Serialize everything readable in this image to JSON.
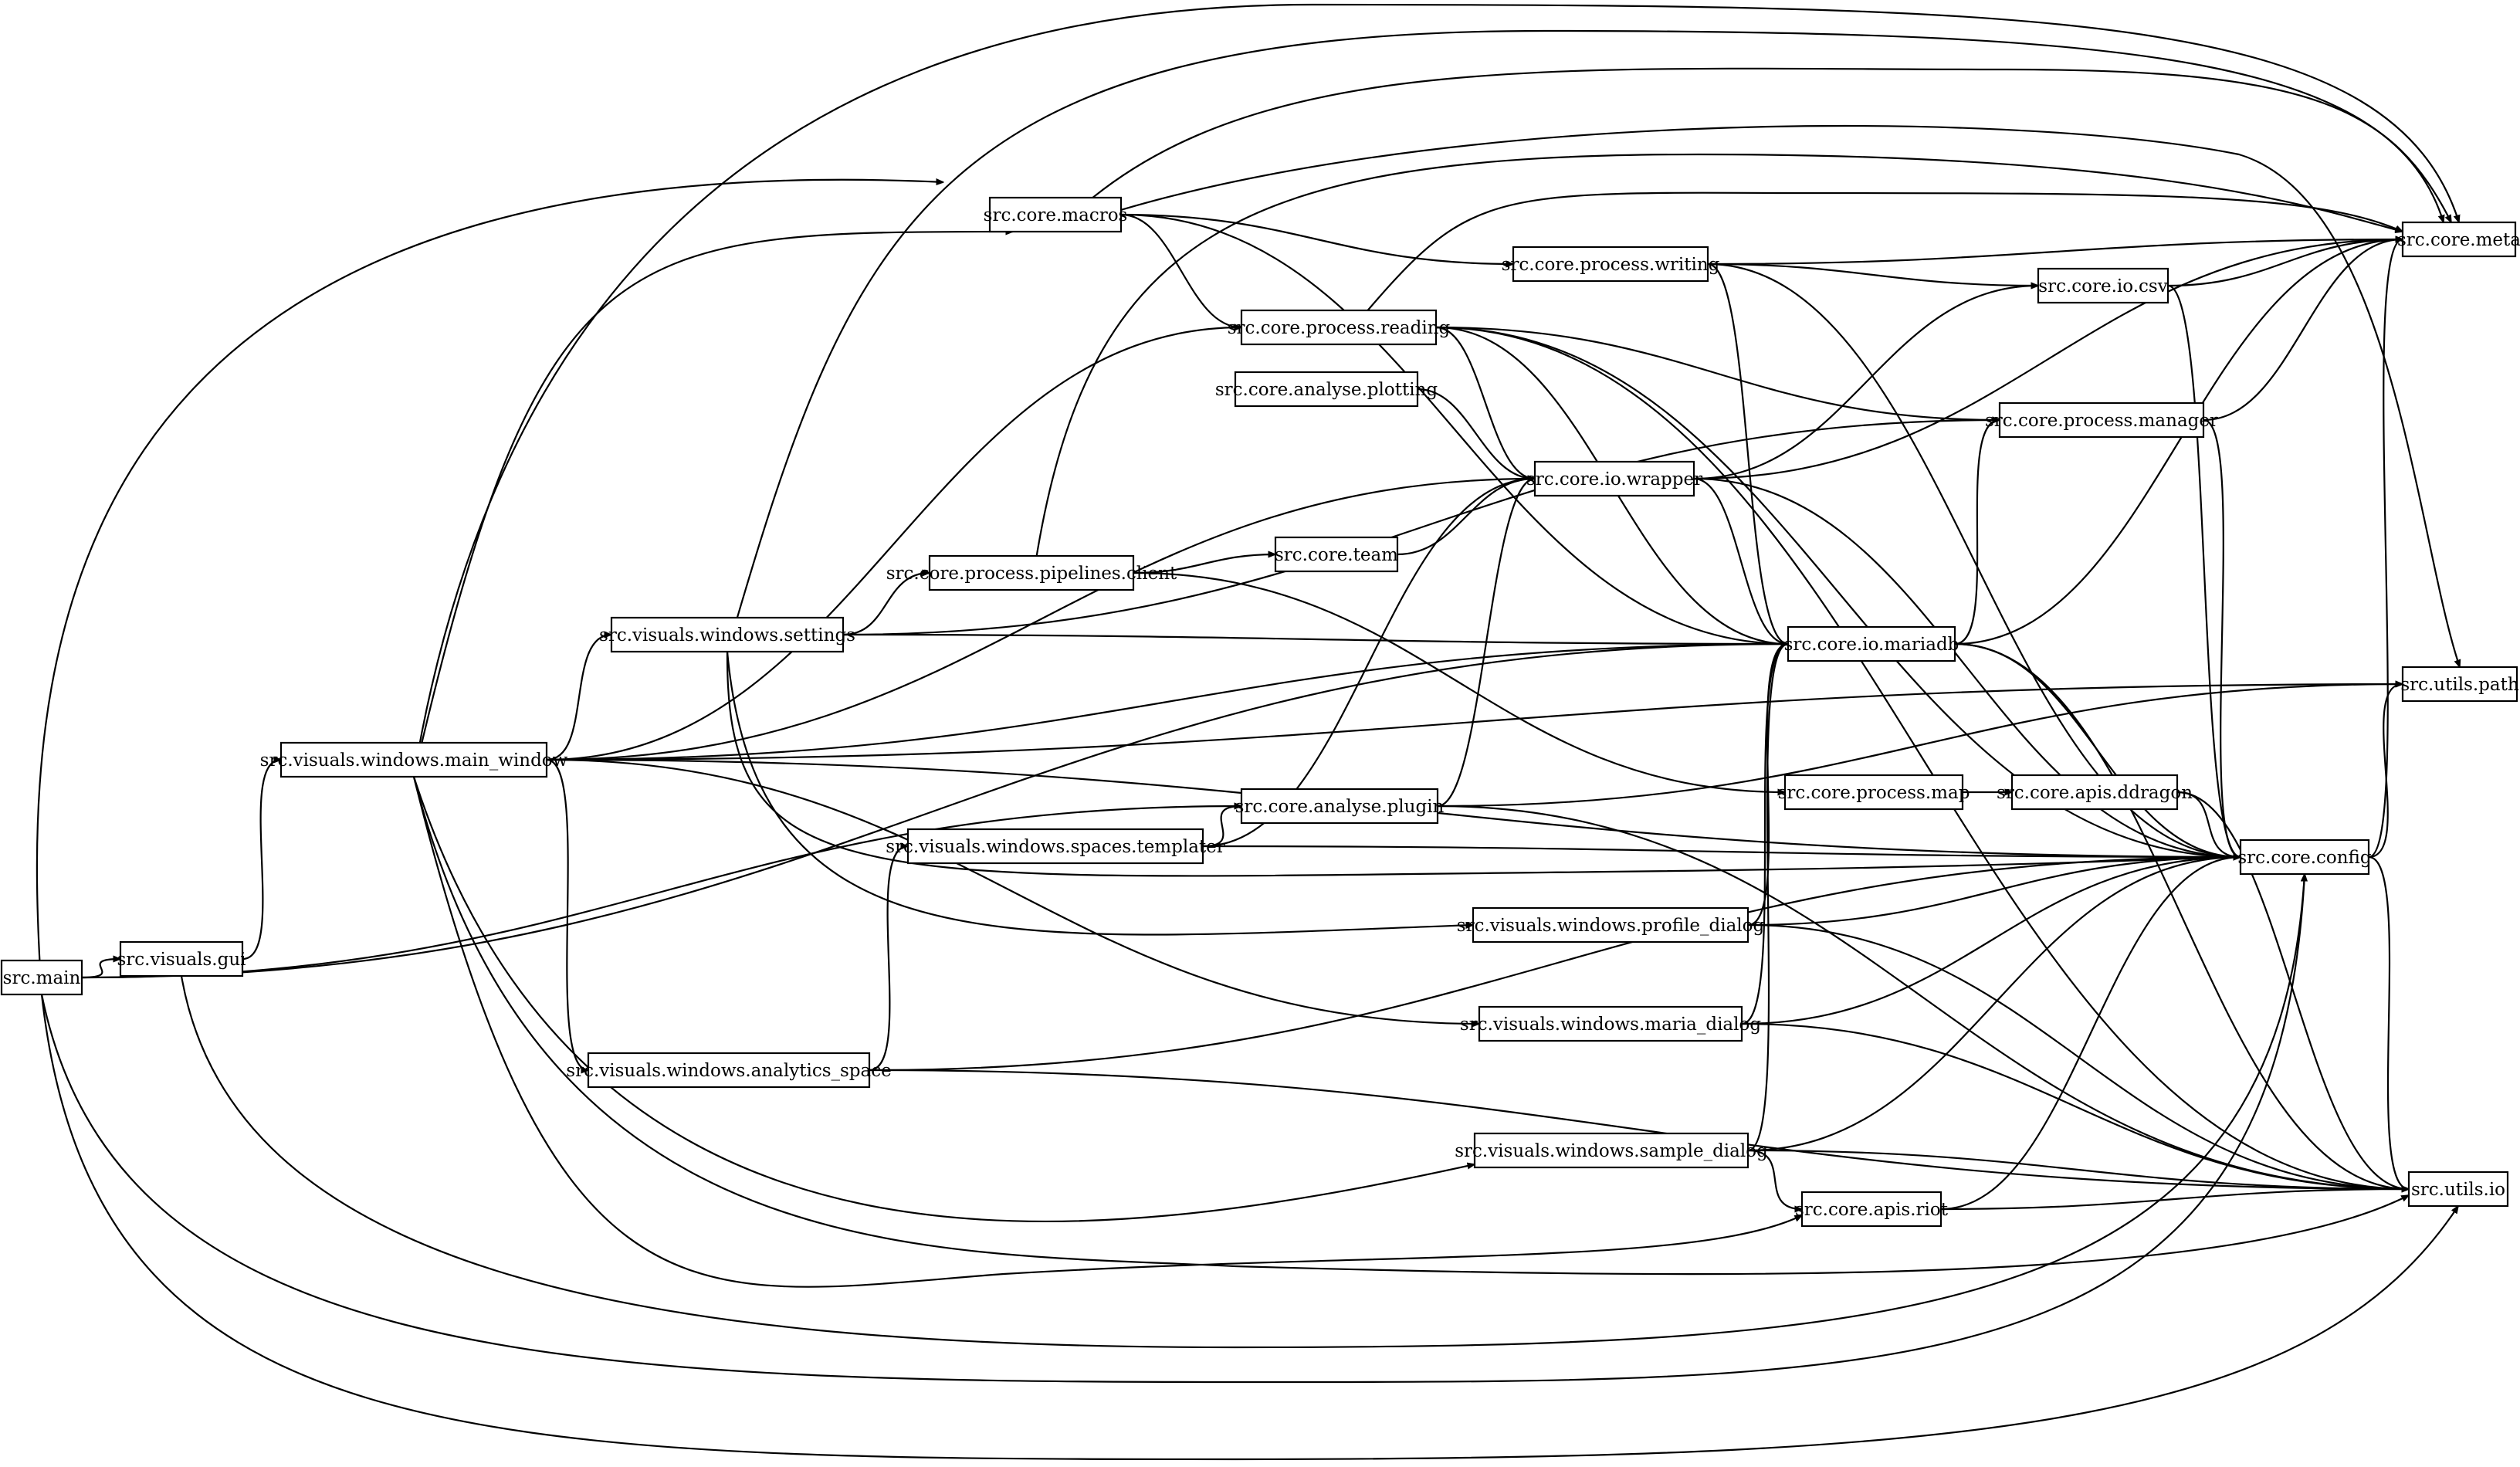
{
  "nodes": [
    {
      "id": "main",
      "label": "src.main"
    },
    {
      "id": "gui",
      "label": "src.visuals.gui"
    },
    {
      "id": "mainwin",
      "label": "src.visuals.windows.main_window"
    },
    {
      "id": "settings",
      "label": "src.visuals.windows.settings"
    },
    {
      "id": "pipeclient",
      "label": "src.core.process.pipelines.client"
    },
    {
      "id": "team",
      "label": "src.core.team"
    },
    {
      "id": "templater",
      "label": "src.visuals.windows.spaces.templater"
    },
    {
      "id": "analytics",
      "label": "src.visuals.windows.analytics_space"
    },
    {
      "id": "macros",
      "label": "src.core.macros"
    },
    {
      "id": "reading",
      "label": "src.core.process.reading"
    },
    {
      "id": "plotting",
      "label": "src.core.analyse.plotting"
    },
    {
      "id": "wrapper",
      "label": "src.core.io.wrapper"
    },
    {
      "id": "plugin",
      "label": "src.core.analyse.plugin"
    },
    {
      "id": "writing",
      "label": "src.core.process.writing"
    },
    {
      "id": "profile",
      "label": "src.visuals.windows.profile_dialog"
    },
    {
      "id": "maria",
      "label": "src.visuals.windows.maria_dialog"
    },
    {
      "id": "sample",
      "label": "src.visuals.windows.sample_dialog"
    },
    {
      "id": "mariadb",
      "label": "src.core.io.mariadb"
    },
    {
      "id": "procmap",
      "label": "src.core.process.map"
    },
    {
      "id": "riot",
      "label": "src.core.apis.riot"
    },
    {
      "id": "csv",
      "label": "src.core.io.csv"
    },
    {
      "id": "manager",
      "label": "src.core.process.manager"
    },
    {
      "id": "ddragon",
      "label": "src.core.apis.ddragon"
    },
    {
      "id": "config",
      "label": "src.core.config"
    },
    {
      "id": "meta",
      "label": "src.core.meta"
    },
    {
      "id": "path",
      "label": "src.utils.path"
    },
    {
      "id": "io",
      "label": "src.utils.io"
    }
  ],
  "edges": [
    [
      "main",
      "gui"
    ],
    [
      "main",
      "macros"
    ],
    [
      "main",
      "mariadb"
    ],
    [
      "main",
      "plugin"
    ],
    [
      "main",
      "config"
    ],
    [
      "main",
      "io"
    ],
    [
      "gui",
      "mainwin"
    ],
    [
      "gui",
      "config"
    ],
    [
      "mainwin",
      "macros"
    ],
    [
      "mainwin",
      "reading"
    ],
    [
      "mainwin",
      "wrapper"
    ],
    [
      "mainwin",
      "settings"
    ],
    [
      "mainwin",
      "mariadb"
    ],
    [
      "mainwin",
      "path"
    ],
    [
      "mainwin",
      "config"
    ],
    [
      "mainwin",
      "analytics"
    ],
    [
      "mainwin",
      "maria"
    ],
    [
      "mainwin",
      "sample"
    ],
    [
      "mainwin",
      "riot"
    ],
    [
      "mainwin",
      "io"
    ],
    [
      "mainwin",
      "meta"
    ],
    [
      "settings",
      "pipeclient"
    ],
    [
      "settings",
      "mariadb"
    ],
    [
      "settings",
      "manager"
    ],
    [
      "settings",
      "profile"
    ],
    [
      "settings",
      "config"
    ],
    [
      "settings",
      "meta"
    ],
    [
      "pipeclient",
      "team"
    ],
    [
      "pipeclient",
      "procmap"
    ],
    [
      "pipeclient",
      "meta"
    ],
    [
      "team",
      "wrapper"
    ],
    [
      "templater",
      "plugin"
    ],
    [
      "templater",
      "wrapper"
    ],
    [
      "templater",
      "config"
    ],
    [
      "analytics",
      "templater"
    ],
    [
      "analytics",
      "config"
    ],
    [
      "analytics",
      "io"
    ],
    [
      "macros",
      "writing"
    ],
    [
      "macros",
      "reading"
    ],
    [
      "macros",
      "mariadb"
    ],
    [
      "macros",
      "meta"
    ],
    [
      "macros",
      "path"
    ],
    [
      "reading",
      "wrapper"
    ],
    [
      "reading",
      "mariadb"
    ],
    [
      "reading",
      "manager"
    ],
    [
      "reading",
      "config"
    ],
    [
      "reading",
      "meta"
    ],
    [
      "reading",
      "io"
    ],
    [
      "plotting",
      "wrapper"
    ],
    [
      "wrapper",
      "csv"
    ],
    [
      "wrapper",
      "mariadb"
    ],
    [
      "wrapper",
      "meta"
    ],
    [
      "wrapper",
      "config"
    ],
    [
      "plugin",
      "wrapper"
    ],
    [
      "plugin",
      "path"
    ],
    [
      "plugin",
      "io"
    ],
    [
      "writing",
      "csv"
    ],
    [
      "writing",
      "mariadb"
    ],
    [
      "writing",
      "meta"
    ],
    [
      "writing",
      "config"
    ],
    [
      "profile",
      "mariadb"
    ],
    [
      "profile",
      "config"
    ],
    [
      "profile",
      "io"
    ],
    [
      "maria",
      "mariadb"
    ],
    [
      "maria",
      "config"
    ],
    [
      "maria",
      "io"
    ],
    [
      "sample",
      "mariadb"
    ],
    [
      "sample",
      "riot"
    ],
    [
      "sample",
      "config"
    ],
    [
      "sample",
      "io"
    ],
    [
      "mariadb",
      "manager"
    ],
    [
      "mariadb",
      "meta"
    ],
    [
      "mariadb",
      "config"
    ],
    [
      "mariadb",
      "io"
    ],
    [
      "riot",
      "config"
    ],
    [
      "riot",
      "io"
    ],
    [
      "csv",
      "meta"
    ],
    [
      "csv",
      "config"
    ],
    [
      "manager",
      "meta"
    ],
    [
      "manager",
      "config"
    ],
    [
      "procmap",
      "ddragon"
    ],
    [
      "ddragon",
      "config"
    ],
    [
      "ddragon",
      "io"
    ],
    [
      "config",
      "meta"
    ],
    [
      "config",
      "path"
    ],
    [
      "config",
      "io"
    ]
  ]
}
